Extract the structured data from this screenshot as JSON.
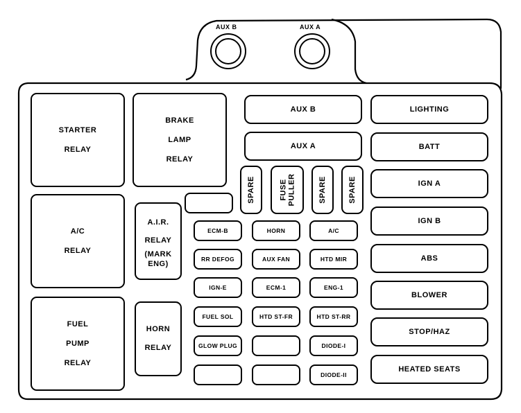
{
  "diagram": {
    "title": "Fuse block diagram",
    "top_sockets": [
      {
        "label": "AUX B"
      },
      {
        "label": "AUX A"
      }
    ],
    "relays": {
      "starter": [
        "STARTER",
        "RELAY"
      ],
      "brake_lamp": [
        "BRAKE",
        "LAMP",
        "RELAY"
      ],
      "ac": [
        "A/C",
        "RELAY"
      ],
      "fuel_pump": [
        "FUEL",
        "PUMP",
        "RELAY"
      ],
      "air": [
        "A.I.R.",
        "RELAY",
        "(MARK",
        "ENG)"
      ],
      "horn": [
        "HORN",
        "RELAY"
      ]
    },
    "maxi_fuses": {
      "aux_b": "AUX B",
      "aux_a": "AUX A"
    },
    "vertical_slots": [
      {
        "lines": [
          "SPARE"
        ]
      },
      {
        "lines": [
          "FUSE",
          "PULLER"
        ]
      },
      {
        "lines": [
          "SPARE"
        ]
      },
      {
        "lines": [
          "SPARE"
        ]
      }
    ],
    "small_fuses": [
      [
        "ECM-B",
        "HORN",
        "A/C"
      ],
      [
        "RR DEFOG",
        "AUX FAN",
        "HTD MIR"
      ],
      [
        "IGN-E",
        "ECM-1",
        "ENG-1"
      ],
      [
        "FUEL SOL",
        "HTD ST-FR",
        "HTD ST-RR"
      ],
      [
        "GLOW PLUG",
        "",
        "DIODE-I"
      ],
      [
        "",
        "",
        "DIODE-II"
      ]
    ],
    "right_column": [
      "LIGHTING",
      "BATT",
      "IGN A",
      "IGN B",
      "ABS",
      "BLOWER",
      "STOP/HAZ",
      "HEATED SEATS"
    ]
  }
}
